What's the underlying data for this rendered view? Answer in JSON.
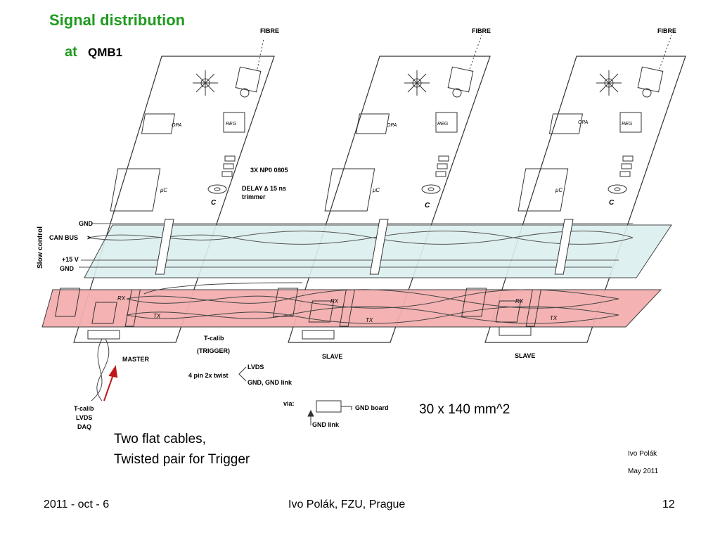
{
  "title": "Signal distribution",
  "subtitle_prefix": "at",
  "subtitle_name": "QMB1",
  "fibre_label": "FIBRE",
  "opa_label": "OPA",
  "reg_label": "REG",
  "uc_label": "μC",
  "c_label": "C",
  "np0_label": "3X NP0  0805",
  "delay_label": "DELAY ∆ 15 ns",
  "trimmer_label": "trimmer",
  "slow_control_label": "Slow control",
  "gnd_label": "GND",
  "canbus_label": "CAN BUS",
  "plus15_label": "+15 V",
  "rx_label": "RX",
  "tx_label": "TX",
  "tcalib_label": "T-calib",
  "trigger_label": "(TRIGGER)",
  "master_label": "MASTER",
  "slave_label": "SLAVE",
  "twist_label": "4 pin 2x twist",
  "lvds_label": "LVDS",
  "gnd_link_pair_label": "GND, GND link",
  "cable_labels": [
    "T-calib",
    "LVDS",
    "DAQ"
  ],
  "via_label": "via:",
  "gnd_board_label": "GND board",
  "gnd_link_label": "GND link",
  "dimension_label": "30 x 140 mm^2",
  "note_line1": "Two flat cables,",
  "note_line2": "Twisted pair for Trigger",
  "author_credit": "Ivo Polák",
  "date_credit": "May 2011",
  "footer_date": "2011 - oct - 6",
  "footer_author": "Ivo Polák, FZU, Prague",
  "footer_page": "12",
  "colors": {
    "title_green": "#1f9a1f",
    "slow_band": "#dcefef",
    "trigger_band": "#f4aeae",
    "arrow_red": "#c01818"
  }
}
